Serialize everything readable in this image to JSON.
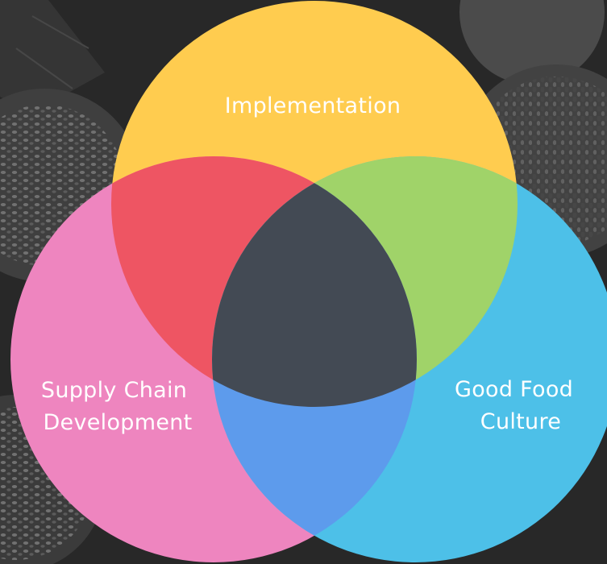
{
  "diagram": {
    "type": "venn",
    "circles": [
      {
        "id": "top",
        "label_lines": [
          "Implementation"
        ],
        "color": "#FFCC4F"
      },
      {
        "id": "left",
        "label_lines": [
          "Supply Chain",
          "Development"
        ],
        "color": "#EE85BF"
      },
      {
        "id": "right",
        "label_lines": [
          "Good Food",
          "Culture"
        ],
        "color": "#4DC0E8"
      }
    ],
    "overlaps": {
      "top_left": "#EE5563",
      "top_right": "#A0D369",
      "left_right": "#5D9BEC",
      "center": "#434A54"
    },
    "background": {
      "description_color": "#2b2b2b",
      "bowl_color": "#6e6e6e",
      "grain_color": "#9a9a9a"
    }
  }
}
